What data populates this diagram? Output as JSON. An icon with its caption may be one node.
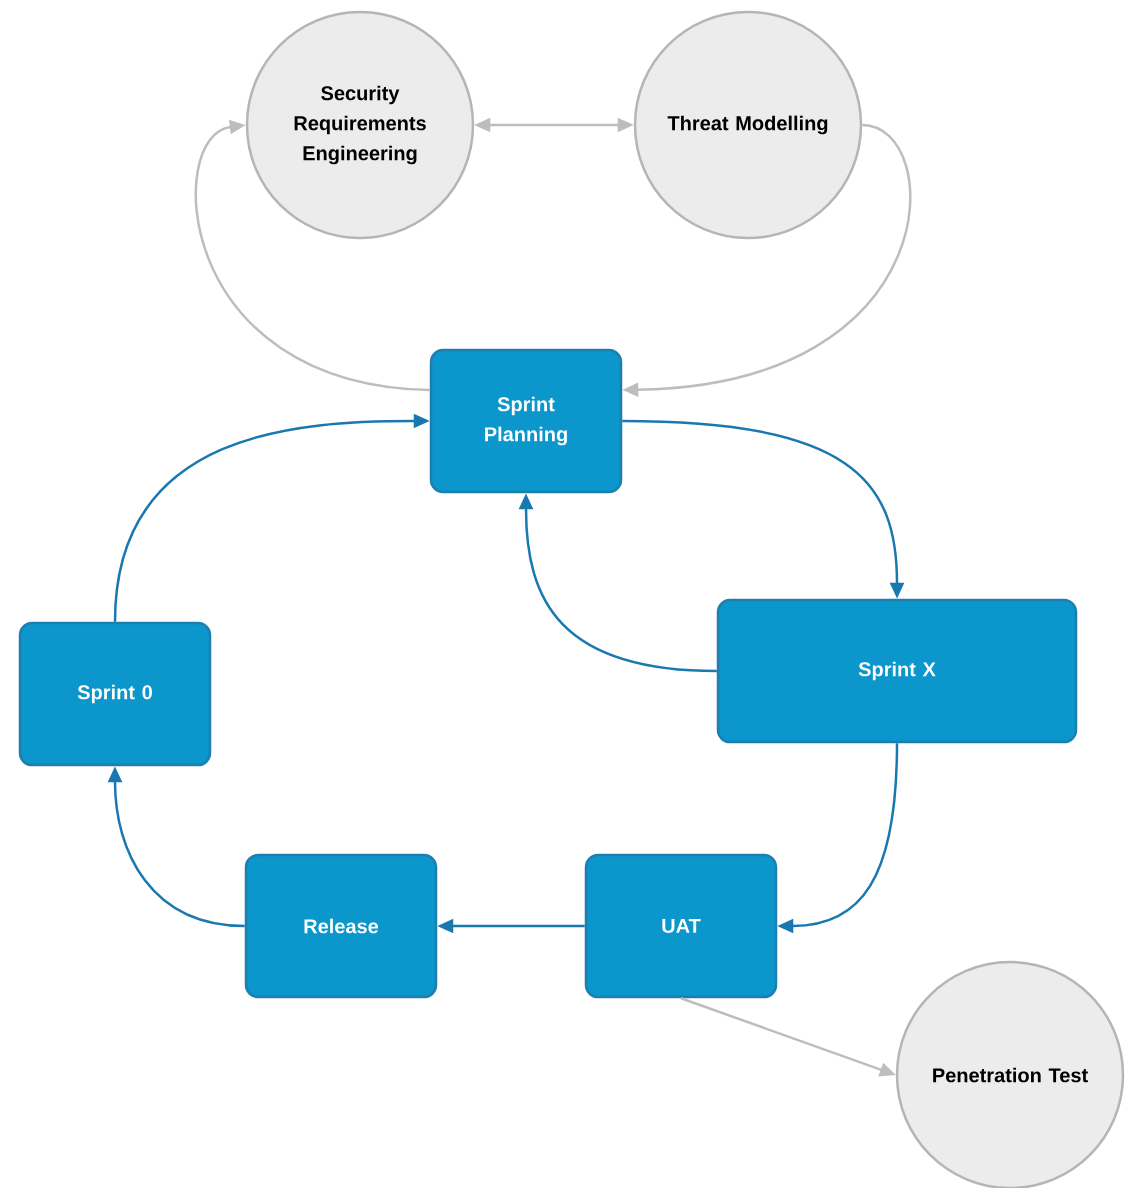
{
  "diagram": {
    "nodes": [
      {
        "text": [
          "Security Requirements Engineering"
        ]
      },
      {
        "text": [
          "Threat Modelling"
        ]
      },
      {
        "text": [
          "Sprint Planning"
        ]
      },
      {
        "text": [
          "Sprint X"
        ]
      },
      {
        "text": [
          "Sprint 0"
        ]
      },
      {
        "text": [
          "Release"
        ]
      },
      {
        "text": [
          "UAT"
        ]
      },
      {
        "text": [
          "Penetration Test"
        ]
      }
    ],
    "edges": [
      {
        "from": 0,
        "to": 1,
        "arrow": "both",
        "color": "#bdbdbd"
      },
      {
        "from": 2,
        "to": 0,
        "arrow": "to",
        "color": "#bdbdbd"
      },
      {
        "from": 1,
        "to": 2,
        "arrow": "to",
        "color": "#bdbdbd"
      },
      {
        "from": 4,
        "to": 2,
        "arrow": "to"
      },
      {
        "from": 2,
        "to": 3,
        "arrow": "to"
      },
      {
        "from": 3,
        "to": 2,
        "arrow": "to"
      },
      {
        "from": 3,
        "to": 6,
        "arrow": "to"
      },
      {
        "from": 6,
        "to": 5,
        "arrow": "to"
      },
      {
        "from": 5,
        "to": 4,
        "arrow": "to"
      },
      {
        "from": 6,
        "to": 7,
        "arrow": "to",
        "color": "#bdbdbd"
      }
    ]
  }
}
